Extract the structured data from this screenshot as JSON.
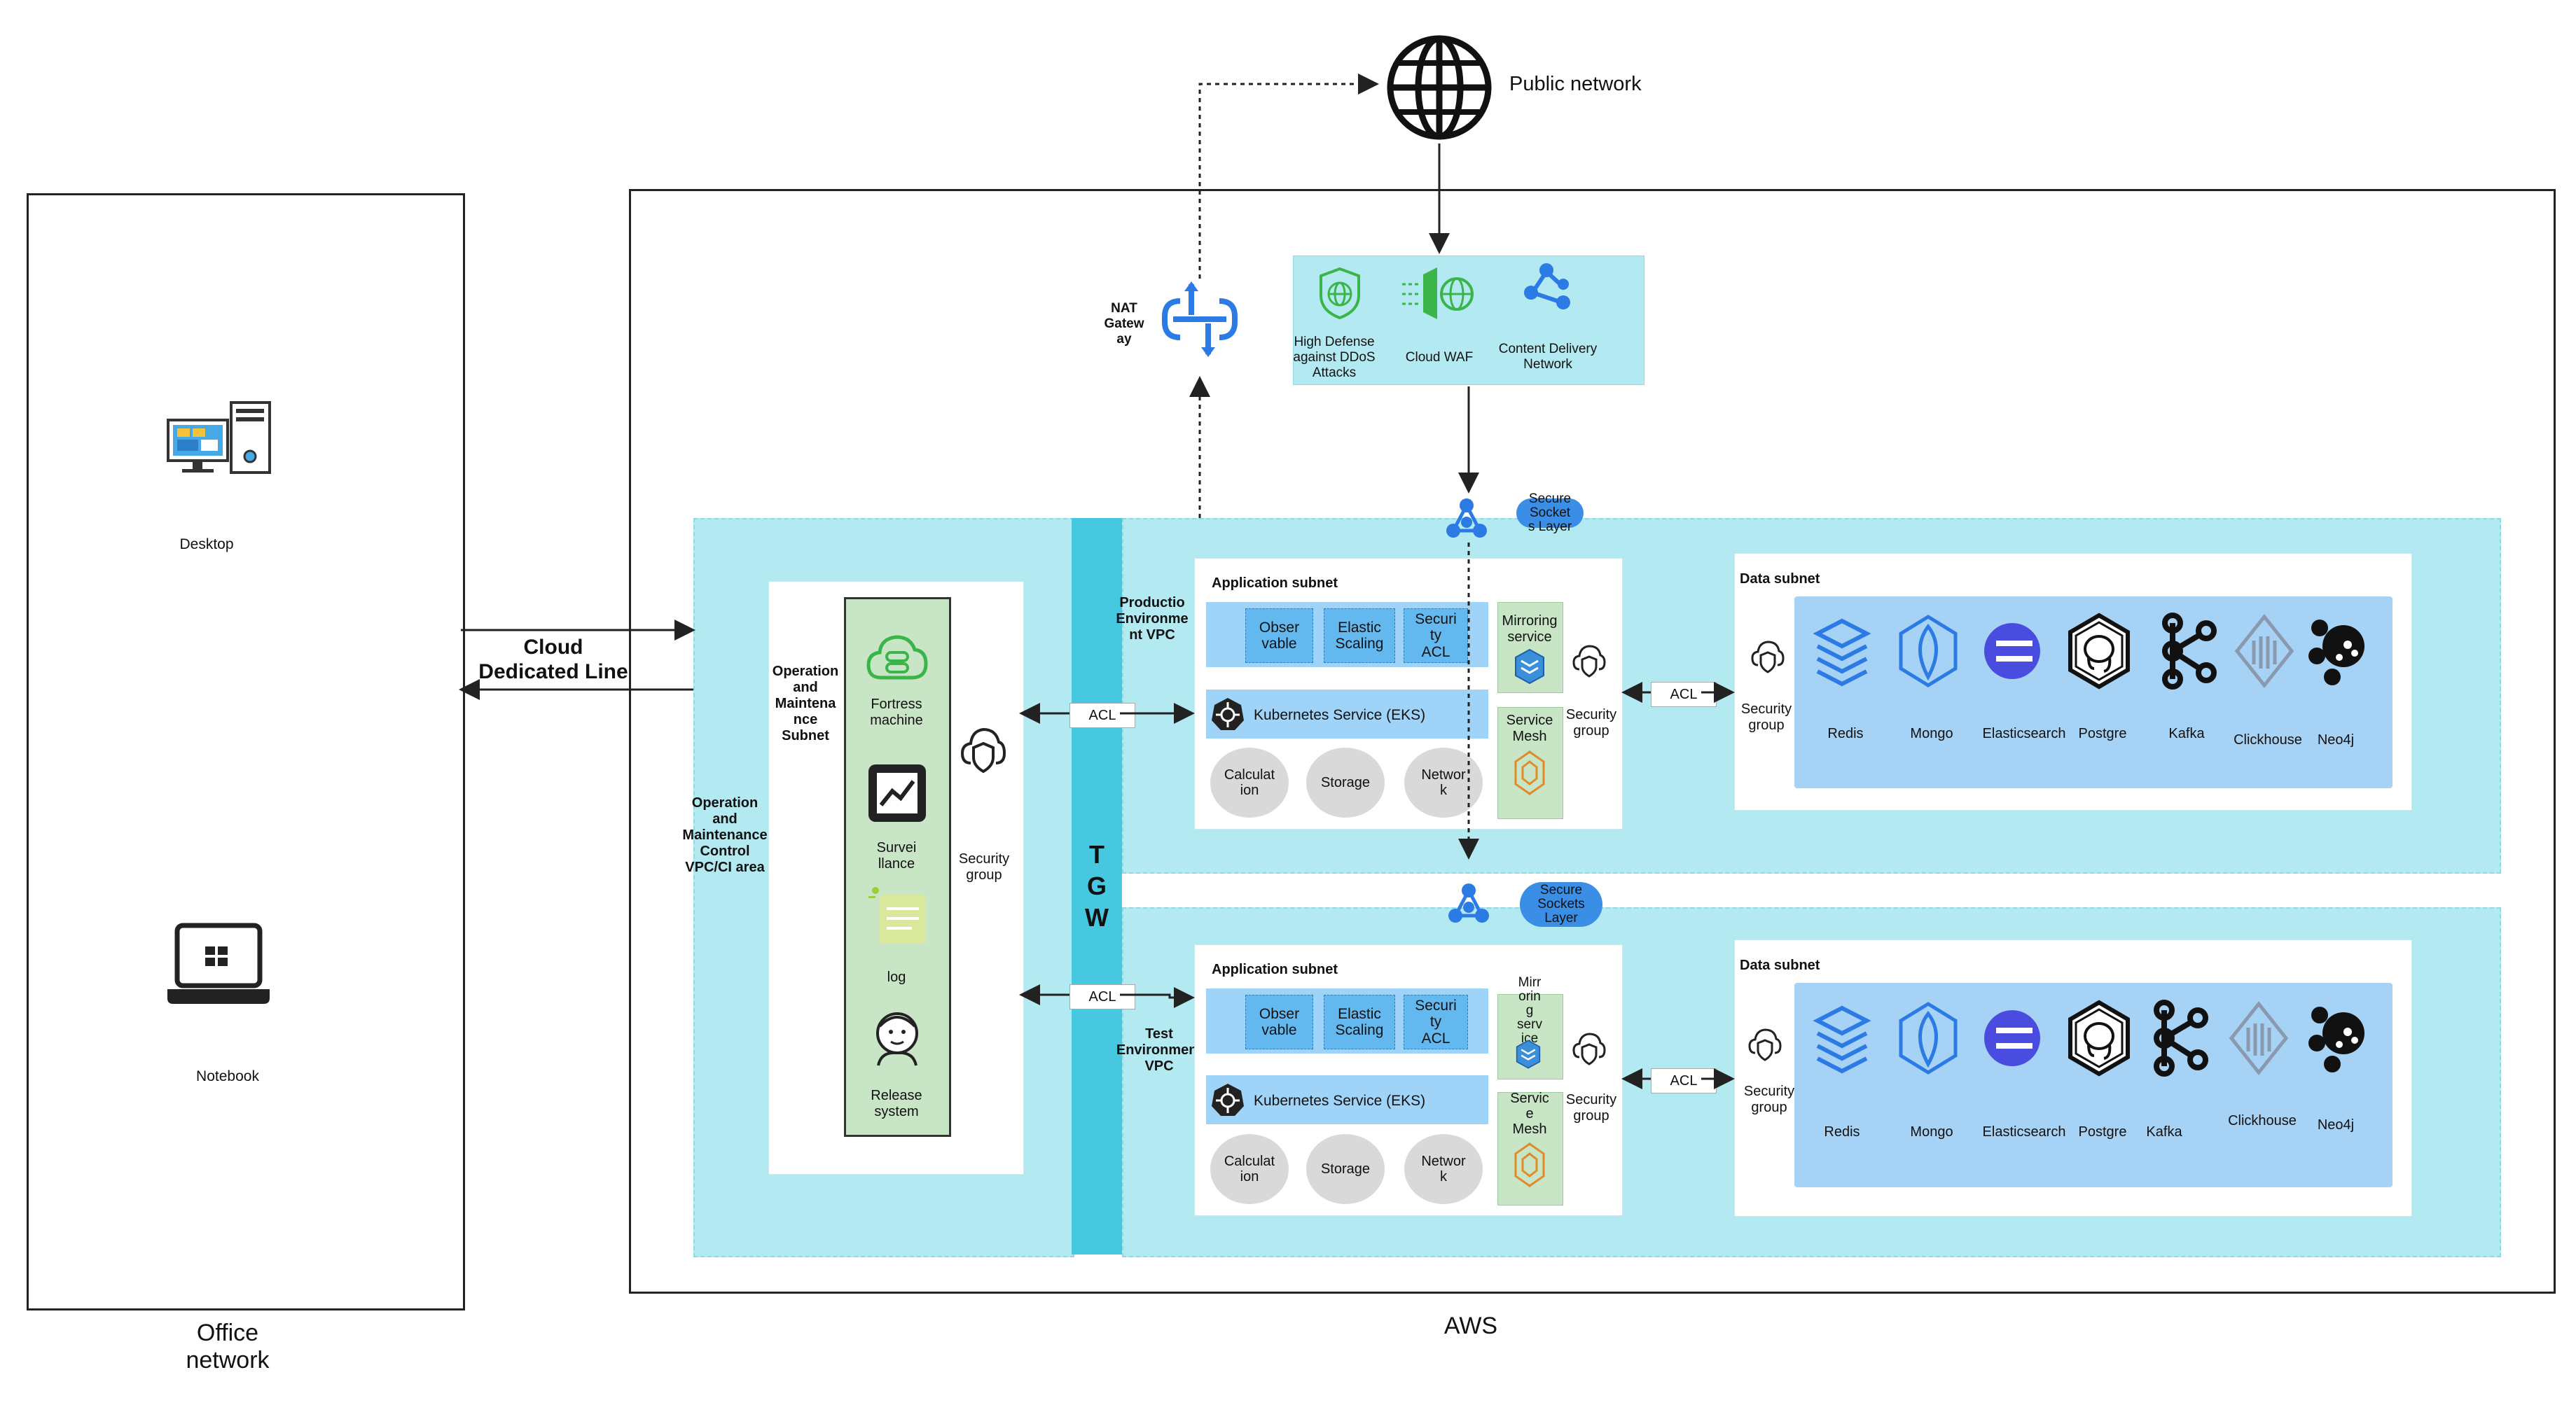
{
  "public_network": {
    "label": "Public network"
  },
  "office": {
    "label": "Office\nnetwork",
    "desktop": "Desktop",
    "notebook": "Notebook"
  },
  "cloud_line": {
    "label": "Cloud\nDedicated Line"
  },
  "aws": {
    "label": "AWS"
  },
  "nat": {
    "label": "NAT\nGatew\nay"
  },
  "edge": {
    "ddos": "High Defense\nagainst DDoS\nAttacks",
    "waf": "Cloud WAF",
    "cdn": "Content Delivery\nNetwork"
  },
  "ssl_top": "Secure\nSocket\ns Layer",
  "ssl_bottom": "Secure\nSockets\nLayer",
  "om_area": {
    "label": "Operation\nand\nMaintenance\nControl\nVPC/CI area",
    "subnet_label": "Operation\nand\nMaintena\nnce\nSubnet",
    "tools": [
      "Fortress\nmachine",
      "Survei\nllance",
      "log",
      "Release\nsystem"
    ],
    "security_group": "Security\ngroup"
  },
  "tgw": {
    "label": "T\nG\nW"
  },
  "acl": "ACL",
  "production": {
    "vpc_label": "Productio\nEnvironme\nnt VPC",
    "app_subnet": "Application subnet",
    "chips": [
      "Obser\nvable",
      "Elastic\nScaling",
      "Securi\nty\nACL"
    ],
    "eks": "Kubernetes Service (EKS)",
    "circles": [
      "Calculat\nion",
      "Storage",
      "Networ\nk"
    ],
    "mirroring": "Mirroring\nservice",
    "mesh": "Service\nMesh",
    "security_group": "Security\ngroup",
    "data_subnet": "Data subnet",
    "data_security_group": "Security\ngroup",
    "dbs": [
      "Redis",
      "Mongo",
      "Elasticsearch",
      "Postgre",
      "Kafka",
      "Clickhouse",
      "Neo4j"
    ]
  },
  "test": {
    "vpc_label": "Test\nEnvironment\nVPC",
    "app_subnet": "Application subnet",
    "chips": [
      "Obser\nvable",
      "Elastic\nScaling",
      "Securi\nty\nACL"
    ],
    "eks": "Kubernetes Service (EKS)",
    "circles": [
      "Calculat\nion",
      "Storage",
      "Networ\nk"
    ],
    "mirroring": "Mirr\norin\ng\nserv\nice",
    "mesh": "Servic\ne\nMesh",
    "security_group": "Security\ngroup",
    "data_subnet": "Data subnet",
    "data_security_group": "Security\ngroup",
    "dbs": [
      "Redis",
      "Mongo",
      "Elasticsearch",
      "Postgre",
      "Kafka",
      "Clickhouse",
      "Neo4j"
    ]
  },
  "colors": {
    "cyan": "#b3eaf2",
    "tgw": "#46c8e0",
    "chip": "#62b8ef",
    "db_panel": "#a5d2f5",
    "green": "#c8e6c6"
  }
}
